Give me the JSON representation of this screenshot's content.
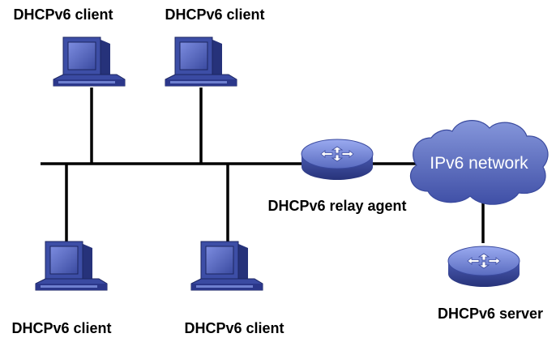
{
  "labels": {
    "client_top_left": "DHCPv6 client",
    "client_top_right": "DHCPv6 client",
    "client_bottom_left": "DHCPv6 client",
    "client_bottom_right": "DHCPv6 client",
    "relay_agent": "DHCPv6 relay agent",
    "network": "IPv6 network",
    "server": "DHCPv6 server"
  },
  "icons": {
    "client": "computer-icon",
    "relay": "router-icon",
    "server": "router-icon",
    "network": "cloud-icon"
  },
  "colors": {
    "line": "#000000",
    "device_dark": "#2e3d8a",
    "device_mid": "#4a5bb0",
    "device_light": "#8a9ce0",
    "screen": "#5b6cc4",
    "cloud": "#5566b8",
    "cloud_light": "#7f8fd6"
  }
}
